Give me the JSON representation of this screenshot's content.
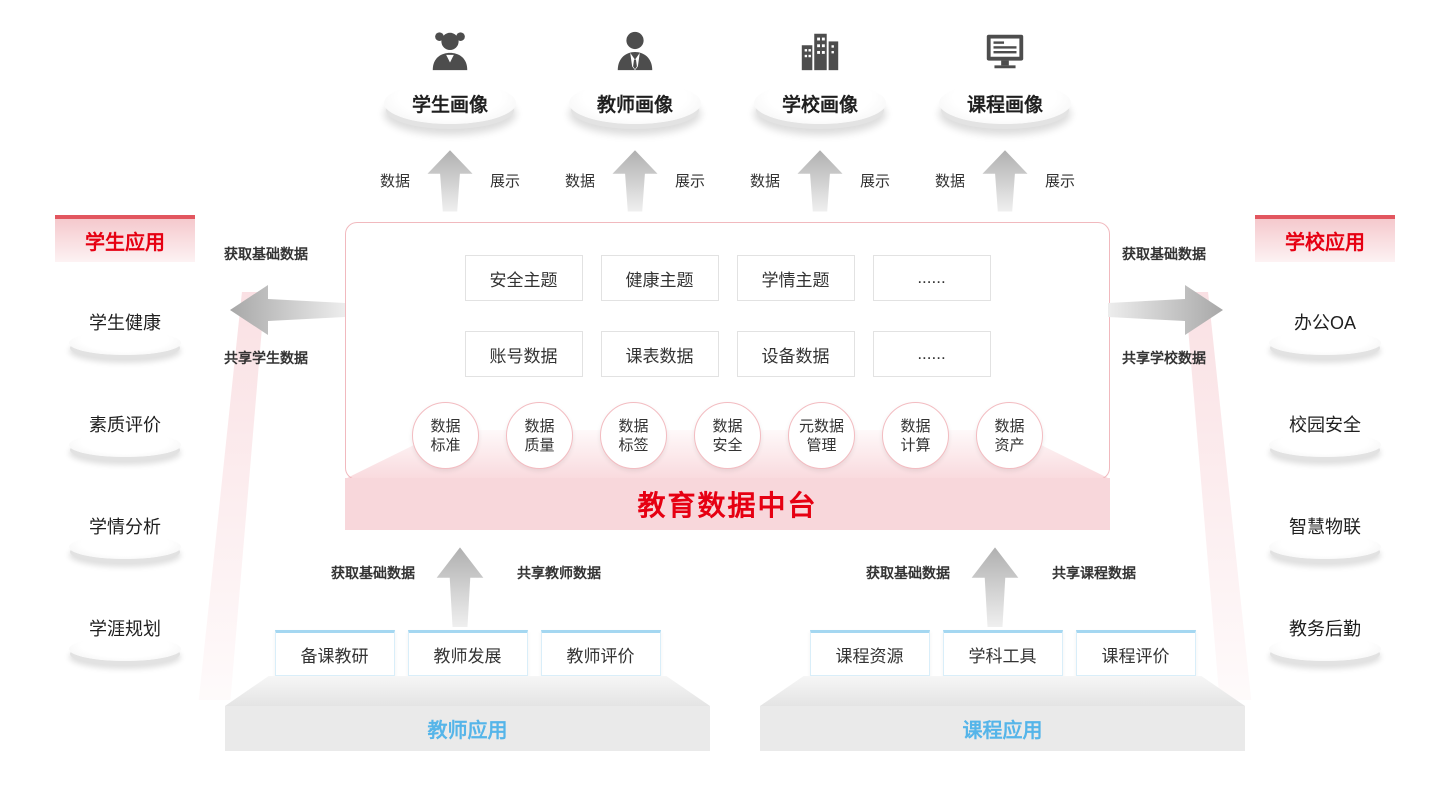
{
  "portraits": [
    {
      "label": "学生画像"
    },
    {
      "label": "教师画像"
    },
    {
      "label": "学校画像"
    },
    {
      "label": "课程画像"
    }
  ],
  "flow_labels": {
    "data": "数据",
    "display": "展示"
  },
  "platform": {
    "title": "教育数据中台",
    "themes": [
      "安全主题",
      "健康主题",
      "学情主题",
      "......"
    ],
    "data_sources": [
      "账号数据",
      "课表数据",
      "设备数据",
      "......"
    ],
    "capabilities": [
      {
        "line1": "数据",
        "line2": "标准"
      },
      {
        "line1": "数据",
        "line2": "质量"
      },
      {
        "line1": "数据",
        "line2": "标签"
      },
      {
        "line1": "数据",
        "line2": "安全"
      },
      {
        "line1": "元数据",
        "line2": "管理"
      },
      {
        "line1": "数据",
        "line2": "计算"
      },
      {
        "line1": "数据",
        "line2": "资产"
      }
    ]
  },
  "left_panel": {
    "title": "学生应用",
    "items": [
      "学生健康",
      "素质评价",
      "学情分析",
      "学涯规划"
    ],
    "arrow_top_label": "获取基础数据",
    "arrow_bottom_label": "共享学生数据"
  },
  "right_panel": {
    "title": "学校应用",
    "items": [
      "办公OA",
      "校园安全",
      "智慧物联",
      "教务后勤"
    ],
    "arrow_top_label": "获取基础数据",
    "arrow_bottom_label": "共享学校数据"
  },
  "teacher_section": {
    "title": "教师应用",
    "items": [
      "备课教研",
      "教师发展",
      "教师评价"
    ],
    "arrow_left_label": "获取基础数据",
    "arrow_right_label": "共享教师数据"
  },
  "course_section": {
    "title": "课程应用",
    "items": [
      "课程资源",
      "学科工具",
      "课程评价"
    ],
    "arrow_left_label": "获取基础数据",
    "arrow_right_label": "共享课程数据"
  },
  "colors": {
    "accent_red": "#e60012",
    "banner_pink": "#f8d7db",
    "section_blue": "#55b5e9",
    "arrow_gray": "#bdbdbd"
  }
}
